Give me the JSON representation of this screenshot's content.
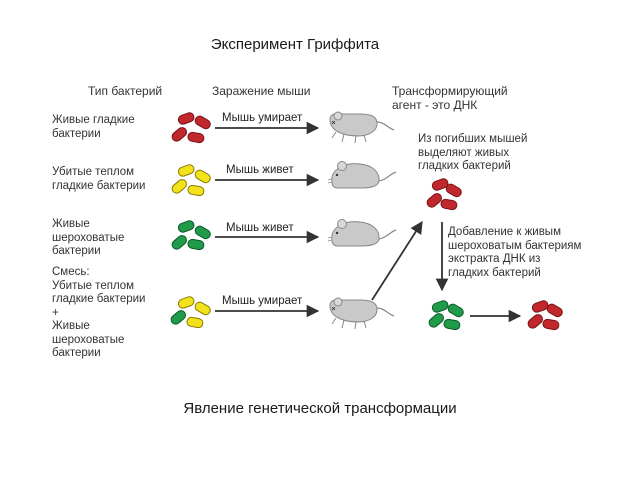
{
  "title": "Эксперимент Гриффита",
  "caption": "Явление генетической трансформации",
  "headers": {
    "bacteria_type": "Тип бактерий",
    "infection": "Заражение мыши",
    "agent_line1": "Трансформирующий",
    "agent_line2": "агент - это ДНК"
  },
  "rows": [
    {
      "label_lines": [
        "Живые гладкие",
        "бактерии"
      ],
      "result": "Мышь умирает",
      "bacteria": "red"
    },
    {
      "label_lines": [
        "Убитые теплом",
        "гладкие бактерии"
      ],
      "result": "Мышь живет",
      "bacteria": "yellow"
    },
    {
      "label_lines": [
        "Живые",
        "шероховатые",
        "бактерии"
      ],
      "result": "Мышь живет",
      "bacteria": "green"
    },
    {
      "label_lines": [
        "Смесь:",
        "Убитые теплом",
        "гладкие бактерии",
        "+",
        "Живые",
        "шероховатые",
        "бактерии"
      ],
      "result": "Мышь умирает",
      "bacteria": "mixed"
    }
  ],
  "right_notes": {
    "isolate": [
      "Из погибших мышей",
      "выделяют живых",
      "гладких бактерий"
    ],
    "add": [
      "Добавление к живым",
      "шероховатым бактериям",
      "экстракта ДНК из",
      "гладких бактерий"
    ]
  },
  "colors": {
    "red_fill": "#c0282d",
    "red_stroke": "#7a1115",
    "yellow_fill": "#f2e21b",
    "yellow_stroke": "#8a7a00",
    "green_fill": "#1f9b4a",
    "green_stroke": "#0c5a27",
    "arrow": "#333333",
    "mouse_fill": "#c9c9c9",
    "mouse_stroke": "#888888"
  }
}
